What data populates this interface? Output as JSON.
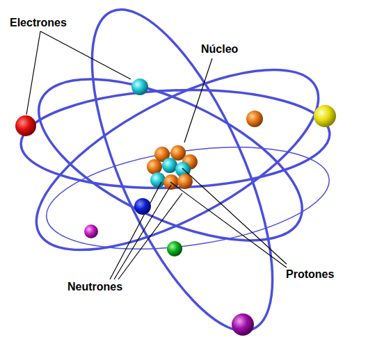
{
  "diagram": {
    "labels": [
      "Electrones",
      "Núcleo",
      "Neutrones",
      "Protones"
    ]
  }
}
